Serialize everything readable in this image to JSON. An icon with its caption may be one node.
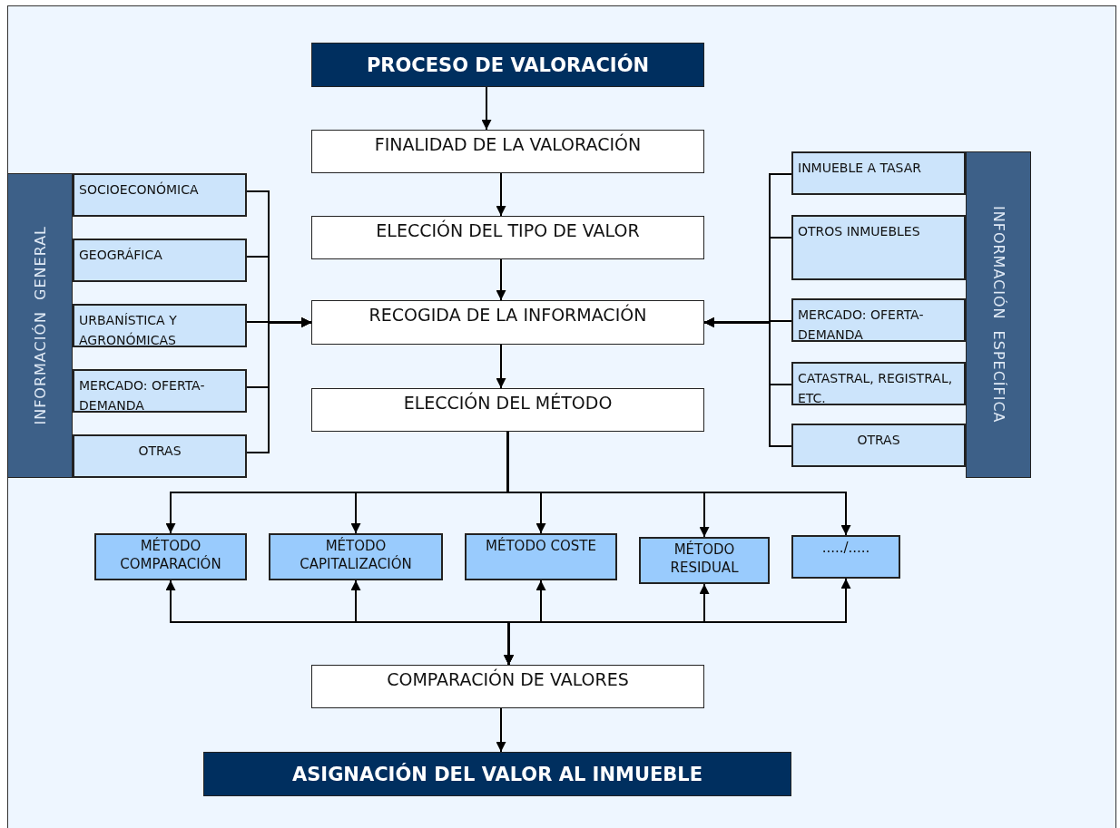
{
  "diagram": {
    "nodes": [
      {
        "text": [
          "PROCESO DE VALORACIÓN"
        ]
      },
      {
        "text": [
          "FINALIDAD DE LA VALORACIÓN"
        ]
      },
      {
        "text": [
          "ELECCIÓN DEL TIPO DE VALOR"
        ]
      },
      {
        "text": [
          "RECOGIDA DE LA INFORMACIÓN"
        ]
      },
      {
        "text": [
          "ELECCIÓN DEL MÉTODO"
        ]
      },
      {
        "text": [
          "INFORMACIÓN GENERAL"
        ]
      },
      {
        "text": [
          "SOCIOECONÓMICA"
        ]
      },
      {
        "text": [
          "GEOGRÁFICA"
        ]
      },
      {
        "text": [
          "URBANÍSTICA Y AGRONÓMICAS"
        ]
      },
      {
        "text": [
          "MERCADO: OFERTA-DEMANDA"
        ]
      },
      {
        "text": [
          "OTRAS"
        ]
      },
      {
        "text": [
          "INMUEBLE A TASAR"
        ]
      },
      {
        "text": [
          "OTROS INMUEBLES"
        ]
      },
      {
        "text": [
          "MERCADO: OFERTA-DEMANDA"
        ]
      },
      {
        "text": [
          "CATASTRAL, REGISTRAL, ETC."
        ]
      },
      {
        "text": [
          "OTRAS"
        ]
      },
      {
        "text": [
          "INFORMACIÓN ESPECÍFICA"
        ]
      },
      {
        "text": [
          "MÉTODO COMPARACIÓN"
        ]
      },
      {
        "text": [
          "MÉTODO CAPITALIZACIÓN"
        ]
      },
      {
        "text": [
          "MÉTODO COSTE"
        ]
      },
      {
        "text": [
          "MÉTODO RESIDUAL"
        ]
      },
      {
        "text": [
          "...../....."
        ]
      },
      {
        "text": [
          "COMPARACIÓN DE VALORES"
        ]
      },
      {
        "text": [
          "ASIGNACIÓN DEL VALOR AL INMUEBLE"
        ]
      }
    ],
    "edges": [
      {
        "from": 0,
        "to": 1,
        "arrow": "to"
      },
      {
        "from": 1,
        "to": 2,
        "arrow": "to"
      },
      {
        "from": 2,
        "to": 3,
        "arrow": "to"
      },
      {
        "from": 3,
        "to": 4,
        "arrow": "to"
      },
      {
        "from": 6,
        "to": 3,
        "arrow": "to"
      },
      {
        "from": 7,
        "to": 3,
        "arrow": "to"
      },
      {
        "from": 8,
        "to": 3,
        "arrow": "to"
      },
      {
        "from": 9,
        "to": 3,
        "arrow": "to"
      },
      {
        "from": 10,
        "to": 3,
        "arrow": "to"
      },
      {
        "from": 11,
        "to": 3,
        "arrow": "to"
      },
      {
        "from": 12,
        "to": 3,
        "arrow": "to"
      },
      {
        "from": 13,
        "to": 3,
        "arrow": "to"
      },
      {
        "from": 14,
        "to": 3,
        "arrow": "to"
      },
      {
        "from": 15,
        "to": 3,
        "arrow": "to"
      },
      {
        "from": 4,
        "to": 17,
        "arrow": "to"
      },
      {
        "from": 4,
        "to": 18,
        "arrow": "to"
      },
      {
        "from": 4,
        "to": 19,
        "arrow": "to"
      },
      {
        "from": 4,
        "to": 20,
        "arrow": "to"
      },
      {
        "from": 4,
        "to": 21,
        "arrow": "to"
      },
      {
        "from": 22,
        "to": 17,
        "arrow": "both"
      },
      {
        "from": 22,
        "to": 18,
        "arrow": "both"
      },
      {
        "from": 22,
        "to": 19,
        "arrow": "both"
      },
      {
        "from": 22,
        "to": 20,
        "arrow": "both"
      },
      {
        "from": 22,
        "to": 21,
        "arrow": "both"
      },
      {
        "from": 22,
        "to": 23,
        "arrow": "to"
      }
    ]
  }
}
